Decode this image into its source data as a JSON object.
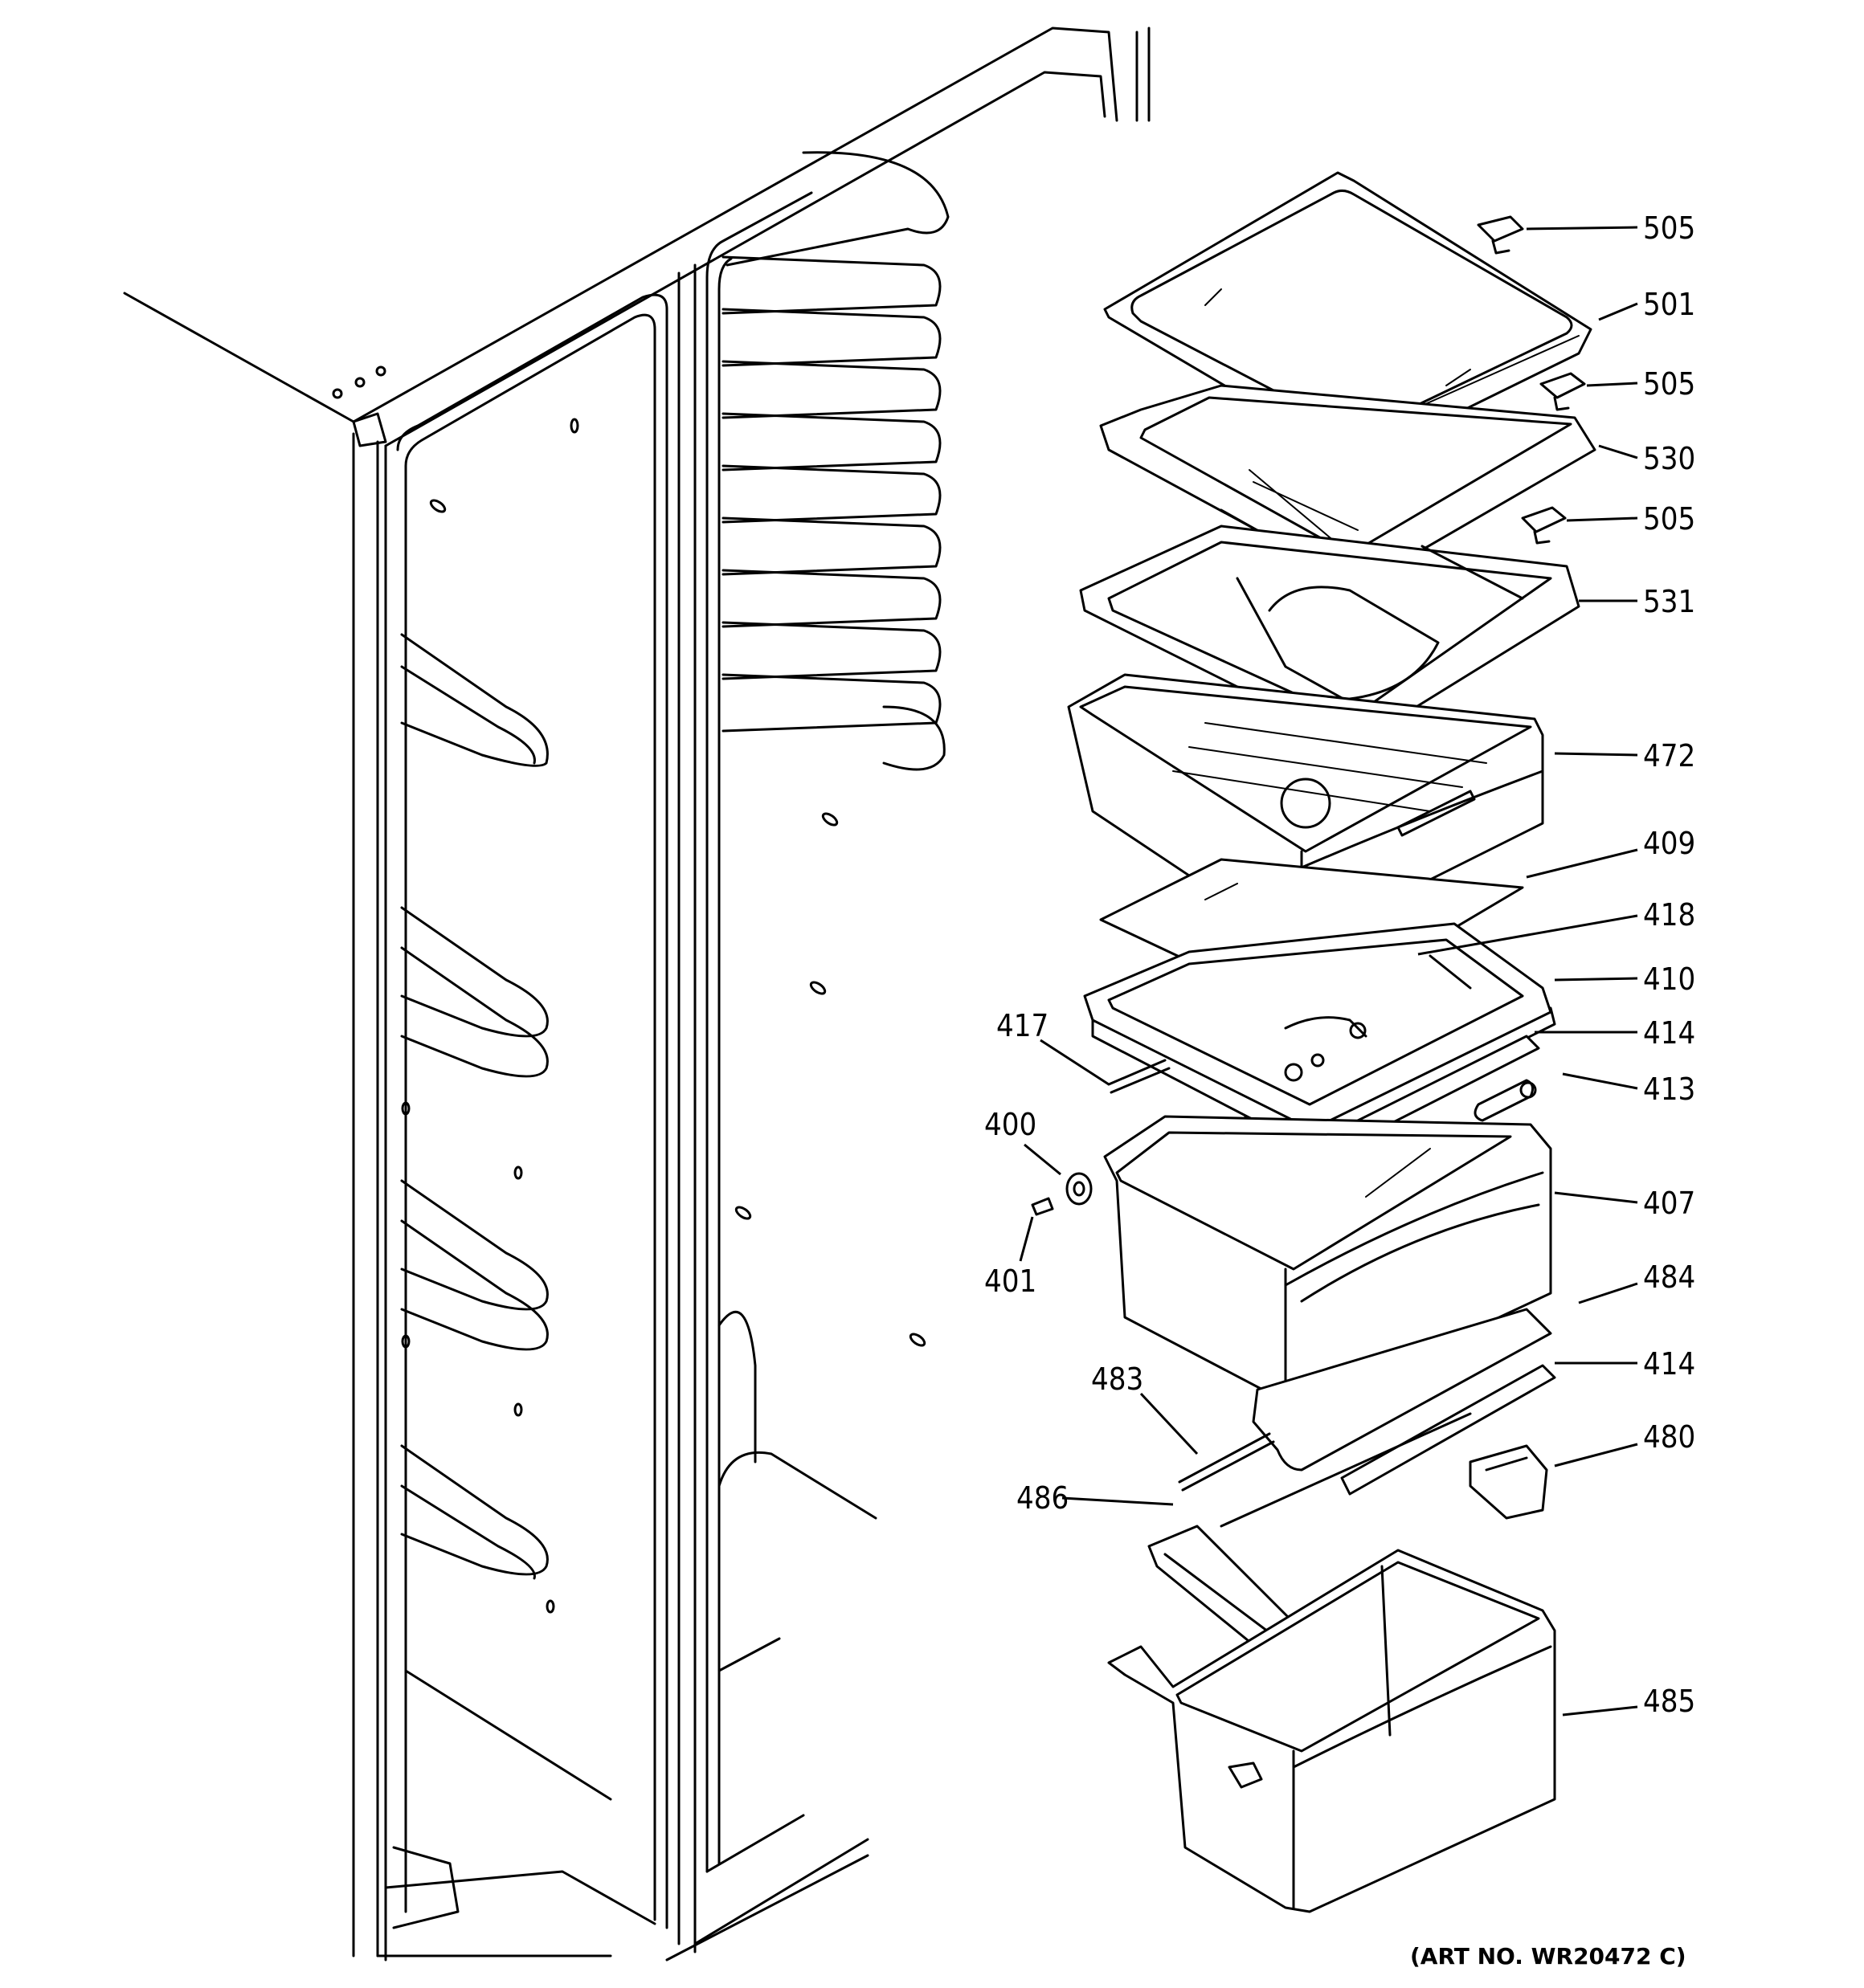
{
  "art_number": "(ART NO. WR20472 C)",
  "callouts": {
    "c505a": "505",
    "c501": "501",
    "c505b": "505",
    "c530": "530",
    "c505c": "505",
    "c531": "531",
    "c472": "472",
    "c409": "409",
    "c418": "418",
    "c410": "410",
    "c414a": "414",
    "c413": "413",
    "c417": "417",
    "c400": "400",
    "c401": "401",
    "c407": "407",
    "c484": "484",
    "c414b": "414",
    "c483": "483",
    "c480": "480",
    "c486": "486",
    "c485": "485"
  }
}
